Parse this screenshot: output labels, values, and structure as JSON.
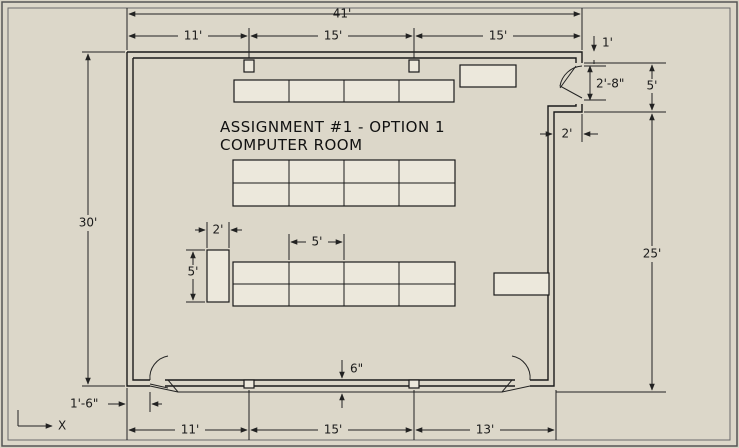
{
  "drawing": {
    "title_line1": "ASSIGNMENT #1 - OPTION 1",
    "title_line2": "COMPUTER ROOM",
    "axis_label": "X",
    "dimensions": {
      "overall_width": "41'",
      "top_left": "11'",
      "top_mid": "15'",
      "top_right": "15'",
      "bottom_left": "11'",
      "bottom_mid": "15'",
      "bottom_right": "13'",
      "height_left": "30'",
      "height_right": "25'",
      "door_offset": "1'",
      "door_width": "2'-8\"",
      "door_section": "5'",
      "wall_step": "2'",
      "table_width": "2'",
      "table_length": "5'",
      "desk_unit": "5'",
      "wall_thickness": "6\"",
      "corner_offset": "1'-6\""
    },
    "colors": {
      "paper": "#d9d4c6",
      "ink": "#1a1a1a"
    }
  }
}
